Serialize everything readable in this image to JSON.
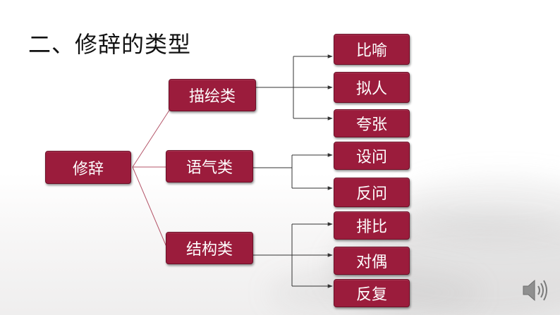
{
  "title": "二、修辞的类型",
  "root": {
    "label": "修辞"
  },
  "categories": [
    {
      "label": "描绘类",
      "items": [
        "比喻",
        "拟人",
        "夸张"
      ]
    },
    {
      "label": "语气类",
      "items": [
        "设问",
        "反问"
      ]
    },
    {
      "label": "结构类",
      "items": [
        "排比",
        "对偶",
        "反复"
      ]
    }
  ],
  "colors": {
    "node_fill": "#9b1c3c",
    "node_border": "#6d0f27",
    "root_connector": "#b45468",
    "branch_connector": "#333333"
  },
  "icons": {
    "audio": "speaker-icon"
  }
}
